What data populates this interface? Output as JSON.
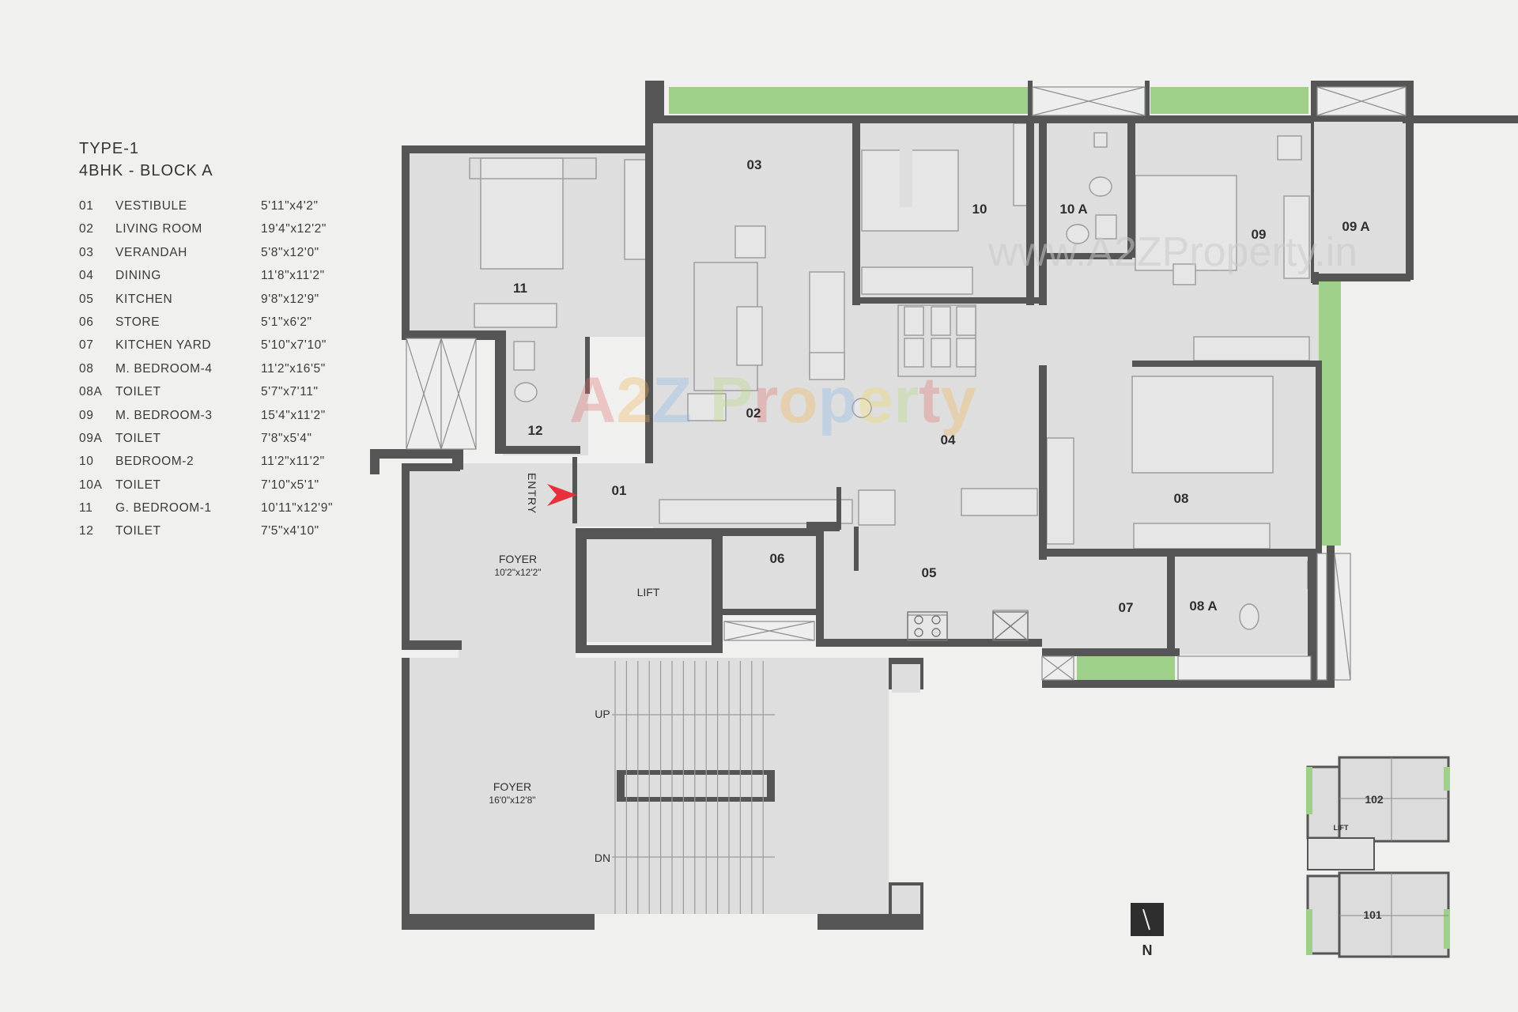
{
  "legend": {
    "title_line1": "TYPE-1",
    "title_line2": "4BHK - BLOCK A",
    "rooms": [
      {
        "no": "01",
        "name": "VESTIBULE",
        "dim": "5'11\"x4'2\""
      },
      {
        "no": "02",
        "name": "LIVING ROOM",
        "dim": "19'4\"x12'2\""
      },
      {
        "no": "03",
        "name": "VERANDAH",
        "dim": "5'8\"x12'0\""
      },
      {
        "no": "04",
        "name": "DINING",
        "dim": "11'8\"x11'2\""
      },
      {
        "no": "05",
        "name": "KITCHEN",
        "dim": "9'8\"x12'9\""
      },
      {
        "no": "06",
        "name": "STORE",
        "dim": "5'1\"x6'2\""
      },
      {
        "no": "07",
        "name": "KITCHEN YARD",
        "dim": "5'10\"x7'10\""
      },
      {
        "no": "08",
        "name": "M. BEDROOM-4",
        "dim": "11'2\"x16'5\""
      },
      {
        "no": "08A",
        "name": "TOILET",
        "dim": "5'7\"x7'11\""
      },
      {
        "no": "09",
        "name": "M. BEDROOM-3",
        "dim": "15'4\"x11'2\""
      },
      {
        "no": "09A",
        "name": "TOILET",
        "dim": "7'8\"x5'4\""
      },
      {
        "no": "10",
        "name": "BEDROOM-2",
        "dim": "11'2\"x11'2\""
      },
      {
        "no": "10A",
        "name": "TOILET",
        "dim": "7'10\"x5'1\""
      },
      {
        "no": "11",
        "name": "G. BEDROOM-1",
        "dim": "10'11\"x12'9\""
      },
      {
        "no": "12",
        "name": "TOILET",
        "dim": "7'5\"x4'10\""
      }
    ]
  },
  "plan": {
    "labels": {
      "r01": "01",
      "r02": "02",
      "r03": "03",
      "r04": "04",
      "r05": "05",
      "r06": "06",
      "r07": "07",
      "r08": "08",
      "r08a": "08 A",
      "r09": "09",
      "r09a": "09 A",
      "r10": "10",
      "r10a": "10 A",
      "r11": "11",
      "r12": "12",
      "lift": "LIFT",
      "entry": "ENTRY",
      "foyer_unit": "FOYER",
      "foyer_unit_dim": "10'2\"x12'2\"",
      "foyer_common": "FOYER",
      "foyer_common_dim": "16'0\"x12'8\"",
      "stair_up": "UP",
      "stair_dn": "DN",
      "north": "N"
    },
    "key_plan": {
      "unit_top": "102",
      "unit_bottom": "101",
      "lift": "LIFT"
    },
    "watermark_main": "A2Z Property",
    "watermark_url": "www.A2ZProperty.in"
  },
  "colors": {
    "wall": "#555555",
    "floor": "#dedede",
    "floor_light": "#e6e6e6",
    "landscape": "#9fd08a",
    "entry_arrow": "#e8303a",
    "watermark": [
      "#e36b6b",
      "#f2b24f",
      "#86b8e8",
      "#f0d85c",
      "#b7d77a"
    ]
  }
}
